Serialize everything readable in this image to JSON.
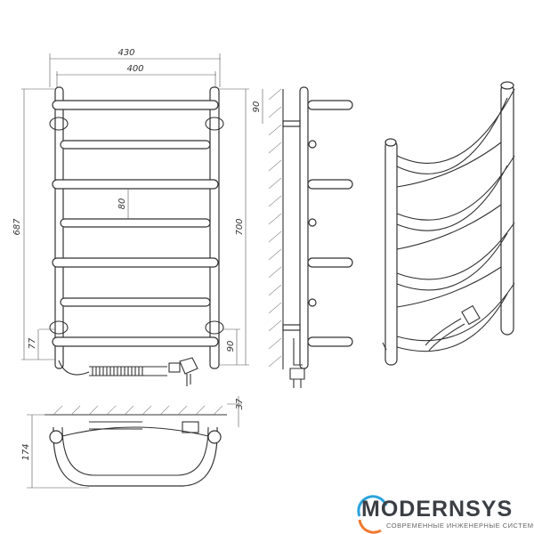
{
  "title": "Towel warmer technical drawing",
  "dimensions": {
    "overall_width": "430",
    "axis_width": "400",
    "overall_height": "687",
    "axis_height": "700",
    "top_offset": "90",
    "bar_spacing": "80",
    "bottom_offset_left": "77",
    "bottom_offset_right": "90",
    "wall_gap": "37",
    "depth": "174"
  },
  "logo": {
    "brand": "MODERNSYS",
    "tagline": "СОВРЕМЕННЫЕ ИНЖЕНЕРНЫЕ СИСТЕМЫ",
    "colors": {
      "blue": "#2aa3dc",
      "orange": "#f07a32",
      "text": "#3b3f44"
    }
  }
}
